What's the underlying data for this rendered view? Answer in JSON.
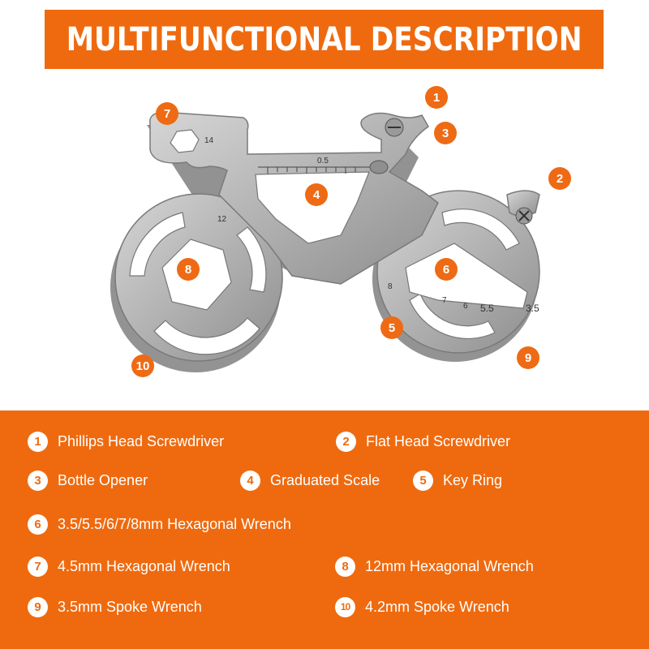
{
  "header": {
    "title": "MULTIFUNCTIONAL DESCRIPTION"
  },
  "colors": {
    "accent": "#ef6a0f",
    "steel": "#b4b4b4"
  },
  "tool_engravings": {
    "wrench_14": "14",
    "scale_mark": "0.5",
    "wrench_12": "12",
    "wrench_8": "8",
    "wrench_7": "7",
    "wrench_6": "6",
    "wrench_5_5": "5.5",
    "wrench_3_5": "3.5"
  },
  "callouts": [
    "1",
    "2",
    "3",
    "4",
    "5",
    "6",
    "7",
    "8",
    "9",
    "10"
  ],
  "legend": [
    {
      "num": "1",
      "label": "Phillips Head Screwdriver"
    },
    {
      "num": "2",
      "label": "Flat Head Screwdriver"
    },
    {
      "num": "3",
      "label": "Bottle Opener"
    },
    {
      "num": "4",
      "label": "Graduated Scale"
    },
    {
      "num": "5",
      "label": "Key Ring"
    },
    {
      "num": "6",
      "label": "3.5/5.5/6/7/8mm Hexagonal Wrench"
    },
    {
      "num": "7",
      "label": "4.5mm Hexagonal Wrench"
    },
    {
      "num": "8",
      "label": "12mm Hexagonal Wrench"
    },
    {
      "num": "9",
      "label": "3.5mm Spoke Wrench"
    },
    {
      "num": "10",
      "label": "4.2mm Spoke Wrench"
    }
  ]
}
